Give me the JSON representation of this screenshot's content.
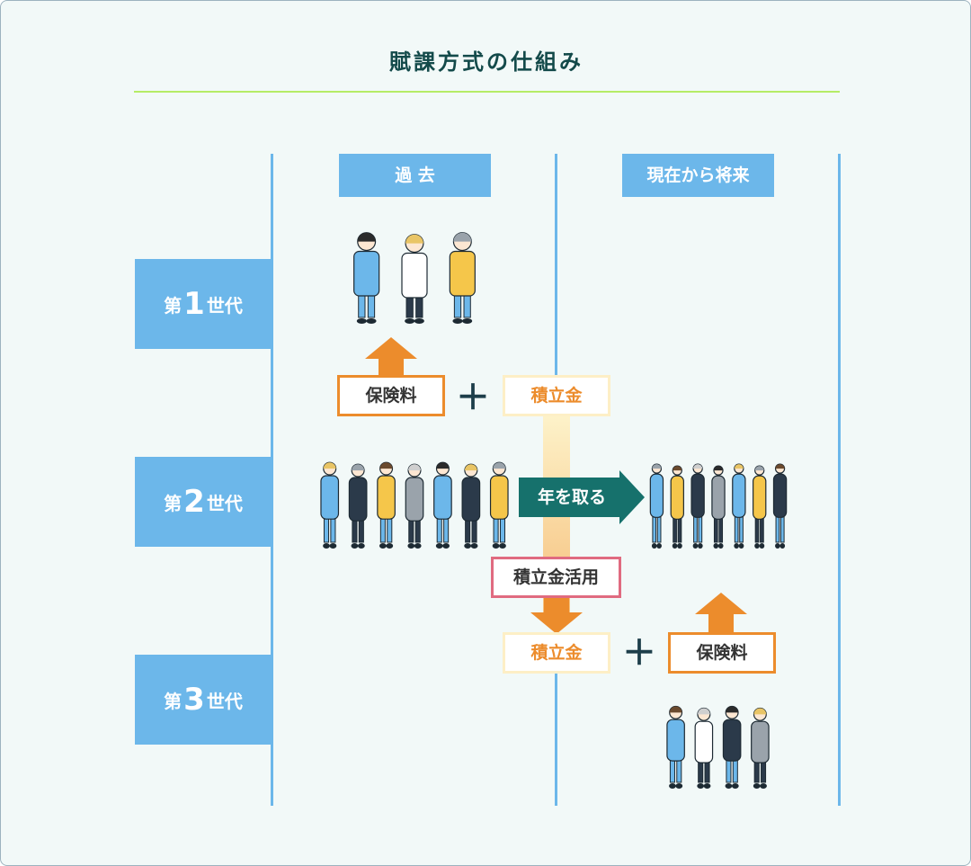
{
  "title": "賦課方式の仕組み",
  "columns": {
    "past": "過 去",
    "future": "現在から将来"
  },
  "generations": [
    {
      "prefix": "第",
      "num": "1",
      "suffix": "世代"
    },
    {
      "prefix": "第",
      "num": "2",
      "suffix": "世代"
    },
    {
      "prefix": "第",
      "num": "3",
      "suffix": "世代"
    }
  ],
  "labels": {
    "premium": "保険料",
    "reserve": "積立金",
    "aging": "年を取る",
    "reserve_use": "積立金活用",
    "plus": "＋"
  },
  "colors": {
    "blue": "#6cb7ea",
    "orange": "#ec8c2c",
    "teal": "#16716c",
    "pink": "#e06b80",
    "cream": "#fdefc6",
    "lime": "#b5ec66"
  },
  "people_groups": [
    {
      "name": "elderly-group-gen1",
      "count": 3
    },
    {
      "name": "adult-group-gen2",
      "count": 7
    },
    {
      "name": "elderly-group-gen2",
      "count": 7
    },
    {
      "name": "young-group-gen3",
      "count": 4
    }
  ]
}
